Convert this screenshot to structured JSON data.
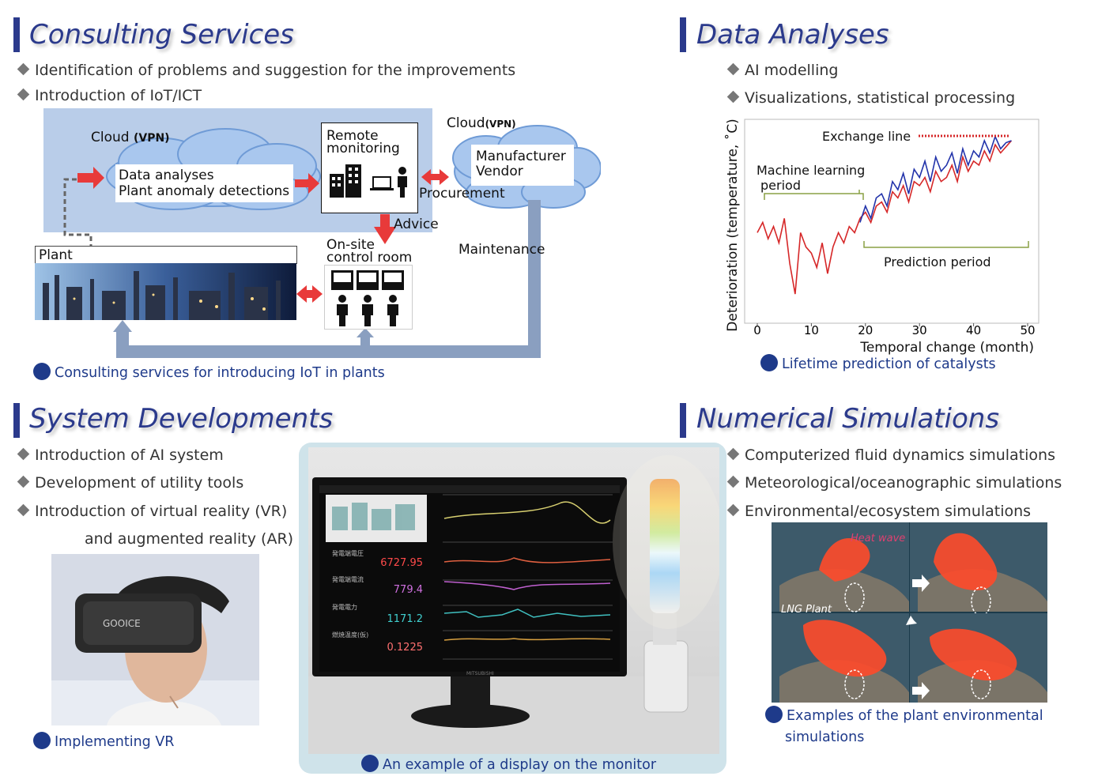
{
  "sections": {
    "consulting": {
      "title": "Consulting Services",
      "bullets": [
        "Identification of problems and suggestion for the improvements",
        "Introduction of IoT/ICT"
      ],
      "caption": "Consulting services for introducing IoT in plants"
    },
    "analyses": {
      "title": "Data Analyses",
      "bullets": [
        "AI modelling",
        "Visualizations, statistical processing"
      ],
      "caption": "Lifetime prediction of catalysts"
    },
    "systems": {
      "title": "System Developments",
      "bullets": [
        "Introduction of AI system",
        "Development of utility tools",
        "Introduction of virtual reality (VR)",
        "and augmented reality (AR)"
      ],
      "caption_vr": "Implementing VR",
      "caption_monitor": "An example of a display on the monitor"
    },
    "simulations": {
      "title": "Numerical Simulations",
      "bullets": [
        "Computerized fluid dynamics simulations",
        "Meteorological/oceanographic simulations",
        "Environmental/ecosystem simulations"
      ],
      "caption_line1": "Examples of the plant environmental",
      "caption_line2": "simulations"
    }
  },
  "diagram": {
    "cloud_label": "Cloud",
    "cloud_vpn": "(VPN)",
    "cloud2_label": "Cloud",
    "cloud2_vpn": "(VPN)",
    "analyses_line1": "Data analyses",
    "analyses_line2": "Plant anomaly detections",
    "remote_line1": "Remote",
    "remote_line2": "monitoring",
    "vendor_line1": "Manufacturer",
    "vendor_line2": "Vendor",
    "procurement": "Procurement",
    "advice": "Advice",
    "maintenance": "Maintenance",
    "onsite_line1": "On-site",
    "onsite_line2": "control room",
    "plant": "Plant"
  },
  "monitor_display": {
    "values": [
      "6727.95",
      "779.4",
      "1171.2",
      "0.1225"
    ],
    "brand": "GOOICE",
    "maker": "MITSUBISHI",
    "labels": [
      "発電端電圧",
      "発電端電流",
      "発電電力",
      "燃焼温度(仮)"
    ]
  },
  "sim_labels": {
    "heat_wave": "Heat wave",
    "lng_plant": "LNG Plant"
  },
  "chart_data": {
    "type": "line",
    "xlabel": "Temporal change (month)",
    "ylabel": "Deterioration (temperature, ˚C)",
    "xlim": [
      0,
      50
    ],
    "xticks": [
      0,
      10,
      20,
      30,
      40,
      50
    ],
    "annotations": [
      "Exchange line",
      "Machine learning period",
      "Prediction period"
    ],
    "colors": {
      "measured": "#d62728",
      "predicted": "#2233aa",
      "exchange": "#d62728"
    },
    "series": [
      {
        "x": [
          0,
          1,
          2,
          3,
          4,
          5,
          6,
          7,
          8,
          9,
          10,
          11,
          12,
          13,
          14,
          15,
          16,
          17,
          18,
          19,
          20,
          21,
          22,
          23,
          24,
          25,
          26,
          27,
          28,
          29,
          30,
          31,
          32,
          33,
          34,
          35,
          36,
          37,
          38,
          39,
          40,
          41,
          42,
          43,
          44,
          45,
          46,
          47
        ],
        "values": [
          0.55,
          0.6,
          0.52,
          0.58,
          0.5,
          0.62,
          0.4,
          0.25,
          0.55,
          0.48,
          0.45,
          0.38,
          0.5,
          0.35,
          0.48,
          0.55,
          0.5,
          0.58,
          0.55,
          0.62,
          0.65,
          0.6,
          0.68,
          0.7,
          0.65,
          0.75,
          0.72,
          0.78,
          0.7,
          0.8,
          0.78,
          0.82,
          0.75,
          0.85,
          0.8,
          0.82,
          0.88,
          0.8,
          0.92,
          0.85,
          0.9,
          0.88,
          0.95,
          0.9,
          0.98,
          0.94,
          0.97,
          1.0
        ]
      },
      {
        "x": [
          19,
          20,
          21,
          22,
          23,
          24,
          25,
          26,
          27,
          28,
          29,
          30,
          31,
          32,
          33,
          34,
          35,
          36,
          37,
          38,
          39,
          40,
          41,
          42,
          43,
          44,
          45,
          46,
          47
        ],
        "values": [
          0.6,
          0.68,
          0.62,
          0.72,
          0.74,
          0.68,
          0.8,
          0.76,
          0.84,
          0.74,
          0.86,
          0.82,
          0.9,
          0.8,
          0.92,
          0.85,
          0.88,
          0.94,
          0.84,
          0.96,
          0.88,
          0.95,
          0.92,
          1.0,
          0.94,
          1.02,
          0.96,
          0.99,
          1.0
        ]
      }
    ]
  }
}
